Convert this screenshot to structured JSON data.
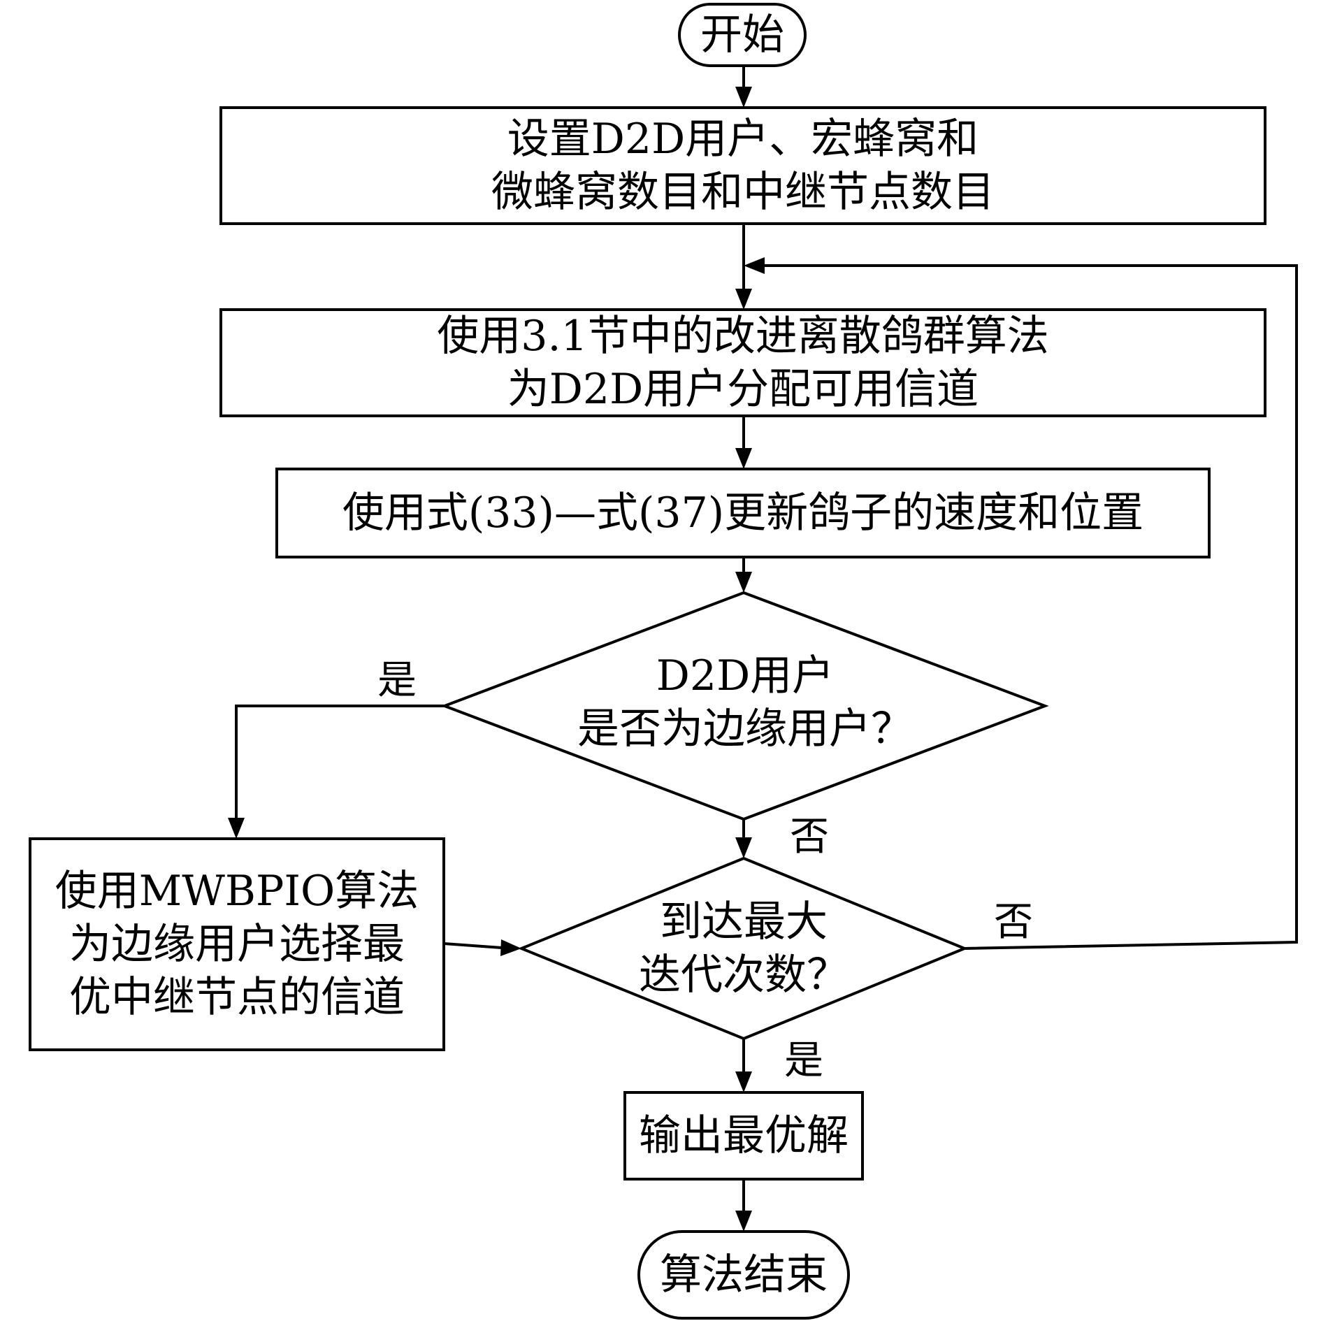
{
  "nodes": {
    "start": {
      "text": "开始"
    },
    "init": {
      "line1": "设置D2D用户、宏蜂窝和",
      "line2": "微蜂窝数目和中继节点数目"
    },
    "assign": {
      "line1": "使用3.1节中的改进离散鸽群算法",
      "line2": "为D2D用户分配可用信道"
    },
    "update": {
      "text": "使用式(33)—式(37)更新鸽子的速度和位置"
    },
    "edge_decision": {
      "line1": "D2D用户",
      "line2": "是否为边缘用户？"
    },
    "mwbpio": {
      "line1": "使用MWBPIO算法",
      "line2": "为边缘用户选择最",
      "line3": "优中继节点的信道"
    },
    "max_iter": {
      "line1": "到达最大",
      "line2": "迭代次数？"
    },
    "output": {
      "text": "输出最优解"
    },
    "end": {
      "text": "算法结束"
    }
  },
  "edges": {
    "edge_yes": "是",
    "edge_no": "否",
    "iter_no": "否",
    "iter_yes": "是"
  }
}
